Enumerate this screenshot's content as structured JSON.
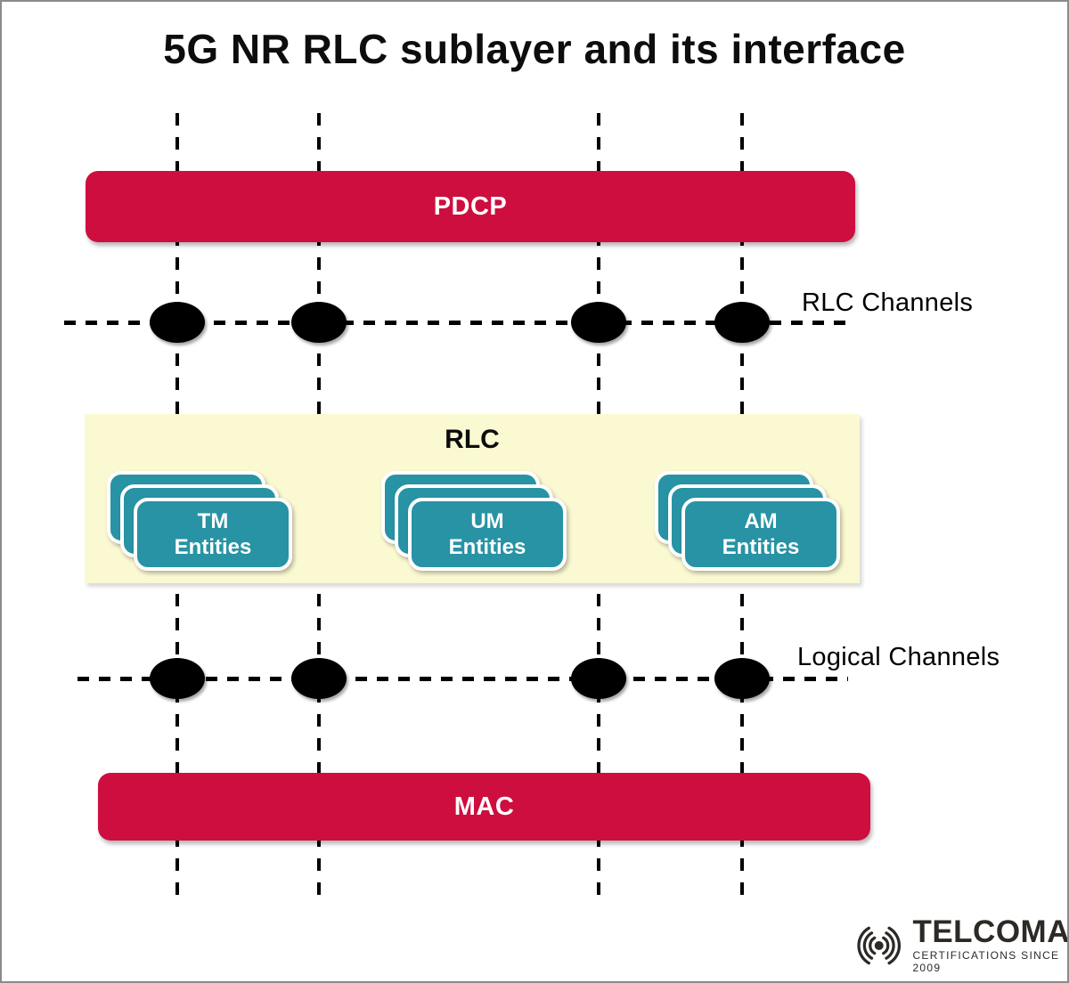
{
  "title": "5G NR RLC sublayer and its interface",
  "pdcp": {
    "label": "PDCP"
  },
  "mac": {
    "label": "MAC"
  },
  "rlc_box": {
    "label": "RLC"
  },
  "entities": [
    {
      "name": "TM",
      "line2": "Entities"
    },
    {
      "name": "UM",
      "line2": "Entities"
    },
    {
      "name": "AM",
      "line2": "Entities"
    }
  ],
  "channel_labels": {
    "rlc": "RLC Channels",
    "logical": "Logical Channels"
  },
  "logo": {
    "brand": "TELCOMA",
    "tagline": "CERTIFICATIONS SINCE 2009",
    "icon": "radio-waves-icon"
  },
  "colors": {
    "bar_red": "#CE0E3F",
    "entity_teal": "#2793A4",
    "rlc_yellow": "#FBF9D2",
    "line_black": "#000000",
    "logo_dark": "#2D2A26"
  }
}
